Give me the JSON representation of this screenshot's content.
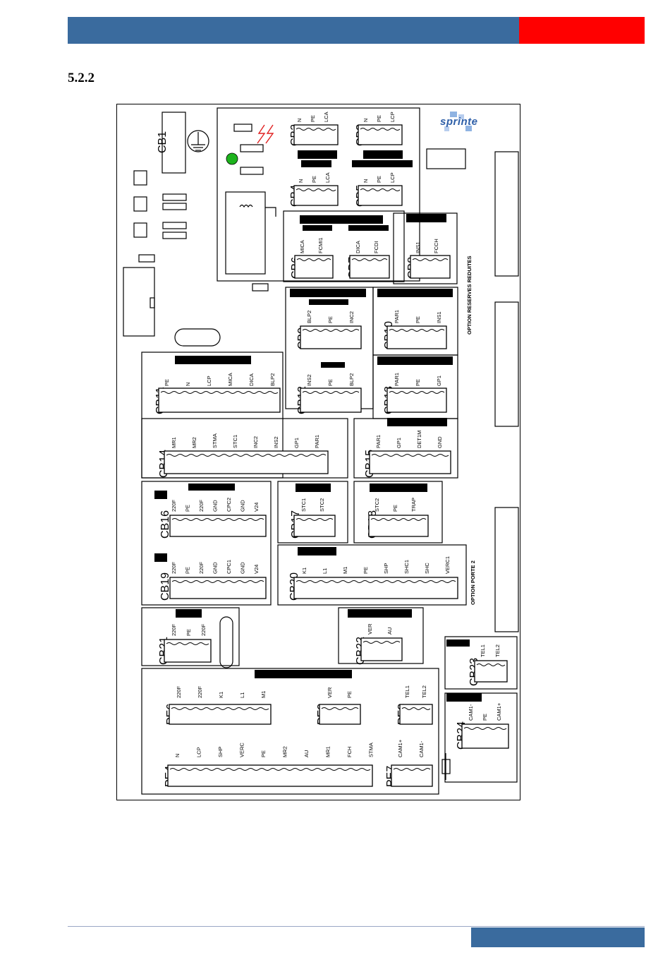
{
  "header": {
    "section_number": "5.2.2"
  },
  "logo": {
    "text": "sprinte"
  },
  "colors": {
    "header_blue": "#3a6b9e",
    "header_red": "#ff0000",
    "led_green": "#1db31d",
    "logo_blue": "#2e5fa8"
  },
  "side_labels": {
    "reserves": "OPTION RESERVES REDUITES",
    "porte2": "OPTION PORTE 2"
  },
  "connectors": [
    {
      "name": "CB1",
      "pins": []
    },
    {
      "name": "CB2",
      "pins": [
        "N",
        "PE",
        "LCA"
      ]
    },
    {
      "name": "CB3",
      "pins": [
        "N",
        "PE",
        "LCP"
      ]
    },
    {
      "name": "CB4",
      "pins": [
        "N",
        "PE",
        "LCA"
      ]
    },
    {
      "name": "CB5",
      "pins": [
        "N",
        "PE",
        "LCP"
      ]
    },
    {
      "name": "CB6",
      "pins": [
        "MICA",
        "FCMI1"
      ]
    },
    {
      "name": "CB7",
      "pins": [
        "DICA",
        "FCDI"
      ]
    },
    {
      "name": "CB8",
      "pins": [
        "INS1",
        "FCCH"
      ]
    },
    {
      "name": "CB9",
      "pins": [
        "BLP2",
        "PE",
        "INC2"
      ]
    },
    {
      "name": "CB10",
      "pins": [
        "PAR1",
        "PE",
        "INS1"
      ]
    },
    {
      "name": "CB11",
      "pins": [
        "PE",
        "N",
        "LCP",
        "MICA",
        "DICA",
        "BLP2"
      ]
    },
    {
      "name": "CB12",
      "pins": [
        "INS2",
        "PE",
        "BLP2"
      ]
    },
    {
      "name": "CB13",
      "pins": [
        "PAR1",
        "PE",
        "GP1"
      ]
    },
    {
      "name": "CB14",
      "pins": [
        "MR1",
        "MR2",
        "STMA",
        "STC1",
        "INC2",
        "INS2",
        "GP1",
        "PAR1"
      ]
    },
    {
      "name": "CB15",
      "pins": [
        "PAR1",
        "GP1",
        "DET1M",
        "GND"
      ]
    },
    {
      "name": "CB16",
      "pins": [
        "220F",
        "PE",
        "220F",
        "GND",
        "CPC2",
        "GND",
        "V24"
      ]
    },
    {
      "name": "CB17",
      "pins": [
        "STC1",
        "STC2"
      ]
    },
    {
      "name": "CB18",
      "pins": [
        "STC2",
        "PE",
        "TRAP"
      ]
    },
    {
      "name": "CB19",
      "pins": [
        "220F",
        "PE",
        "220F",
        "GND",
        "CPC1",
        "GND",
        "V24"
      ]
    },
    {
      "name": "CB20",
      "pins": [
        "K1",
        "L1",
        "M1",
        "PE",
        "SHP",
        "SHC1",
        "SHC",
        "VERC1"
      ]
    },
    {
      "name": "CB21",
      "pins": [
        "220F",
        "PE",
        "220F"
      ]
    },
    {
      "name": "CB22",
      "pins": [
        "VER",
        "AU"
      ]
    },
    {
      "name": "CB23",
      "pins": [
        "TEL1",
        "TEL2"
      ]
    },
    {
      "name": "CB24",
      "pins": [
        "CAM1-",
        "PE",
        "CAM1+"
      ]
    },
    {
      "name": "PE6",
      "pins": [
        "220F",
        "220F",
        "K1",
        "L1",
        "M1"
      ]
    },
    {
      "name": "PE2",
      "pins": [
        "VER",
        "PE"
      ]
    },
    {
      "name": "PE3",
      "pins": [
        "TEL1",
        "TEL2"
      ]
    },
    {
      "name": "PE4",
      "pins": [
        "N",
        "LCP",
        "SHP",
        "VERC",
        "PE",
        "MR2",
        "AU",
        "MR1",
        "FCH",
        "STMA"
      ]
    },
    {
      "name": "PE7",
      "pins": [
        "CAM1+",
        "CAM1-"
      ]
    }
  ]
}
